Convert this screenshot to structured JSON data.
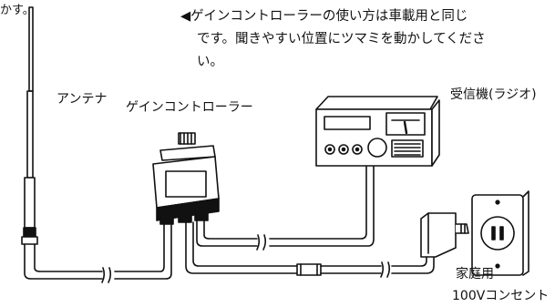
{
  "top_fragment": "かす。",
  "note": {
    "marker": "◀",
    "lines": [
      "ゲインコントローラーの使い方は車載用と同じ",
      "です。聞きやすい位置にツマミを動かしてくださ",
      "い。"
    ]
  },
  "labels": {
    "antenna": "アンテナ",
    "gain_controller": "ゲインコントローラー",
    "receiver": "受信機(ラジオ)",
    "outlet_line1": "家庭用",
    "outlet_line2": "100Vコンセント"
  }
}
